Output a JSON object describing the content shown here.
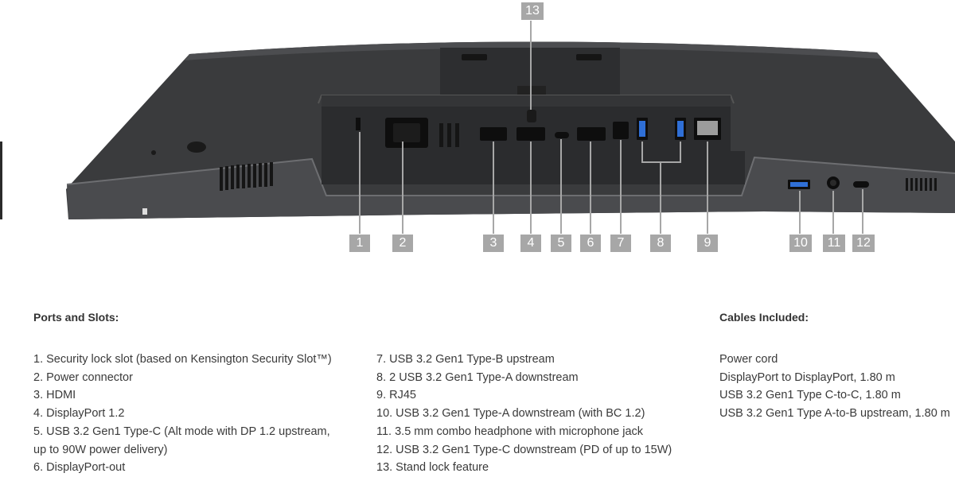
{
  "callouts": [
    "1",
    "2",
    "3",
    "4",
    "5",
    "6",
    "7",
    "8",
    "9",
    "10",
    "11",
    "12",
    "13"
  ],
  "ports_heading": "Ports and Slots:",
  "ports_col1": [
    "1. Security lock slot (based on Kensington Security Slot™)",
    "2. Power connector",
    "3. HDMI",
    "4. DisplayPort 1.2",
    "5. USB 3.2 Gen1 Type-C (Alt mode with DP 1.2 upstream,",
    "up to 90W power delivery)",
    "6. DisplayPort-out"
  ],
  "ports_col2": [
    "7. USB 3.2 Gen1 Type-B upstream",
    "8. 2 USB 3.2 Gen1 Type-A downstream",
    "9. RJ45",
    "10. USB 3.2 Gen1 Type-A downstream (with BC 1.2)",
    "11. 3.5 mm combo headphone with microphone jack",
    "12. USB 3.2 Gen1 Type-C downstream (PD of up to 15W)",
    "13. Stand lock feature"
  ],
  "cables_heading": "Cables Included:",
  "cables": [
    "Power cord",
    "DisplayPort to DisplayPort, 1.80 m",
    "USB 3.2 Gen1 Type C-to-C, 1.80 m",
    "USB 3.2 Gen1 Type A-to-B upstream, 1.80 m"
  ],
  "colors": {
    "bezel": "#3f4042",
    "panel": "#2b2c2e",
    "port": "#111111",
    "callout": "#a7a7a7",
    "usb_blue": "#2f6fd6"
  }
}
